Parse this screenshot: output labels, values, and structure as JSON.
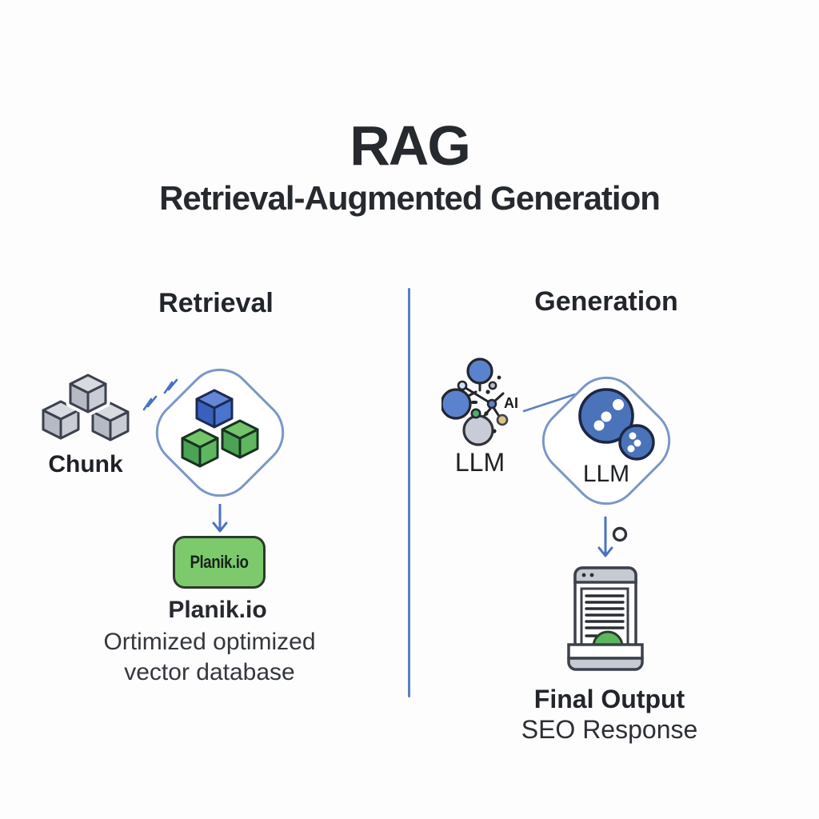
{
  "header": {
    "title": "RAG",
    "subtitle": "Retrieval-Augmented Generation"
  },
  "left_column": {
    "header": "Retrieval",
    "chunk_label": "Chunk",
    "db_box_label": "Planik.io",
    "db_name": "Planik.io",
    "db_desc_line1": "Ortimized optimized",
    "db_desc_line2": "vector database"
  },
  "right_column": {
    "header": "Generation",
    "llm_icon_label": "LLM",
    "ai_badge": "AI",
    "diamond_label": "LLM",
    "output_title": "Final Output",
    "output_subtitle": "SEO Response"
  },
  "icons": {
    "chunk": "chunk-cubes-icon",
    "embedding": "embedding-cubes-icon",
    "llm_network": "ai-network-icon",
    "llm_spheres": "llm-spheres-icon",
    "output": "document-output-icon",
    "arrows": "down-arrow-icon"
  },
  "colors": {
    "divider_blue": "#5b80c1",
    "diamond_stroke": "#7b97c8",
    "arrow_blue": "#4a72c4",
    "cube_blue": "#4a74cf",
    "cube_green": "#5fb75f",
    "cube_gray": "#c9ccd4",
    "db_green": "#7dca6d",
    "text_dark": "#26292e"
  }
}
